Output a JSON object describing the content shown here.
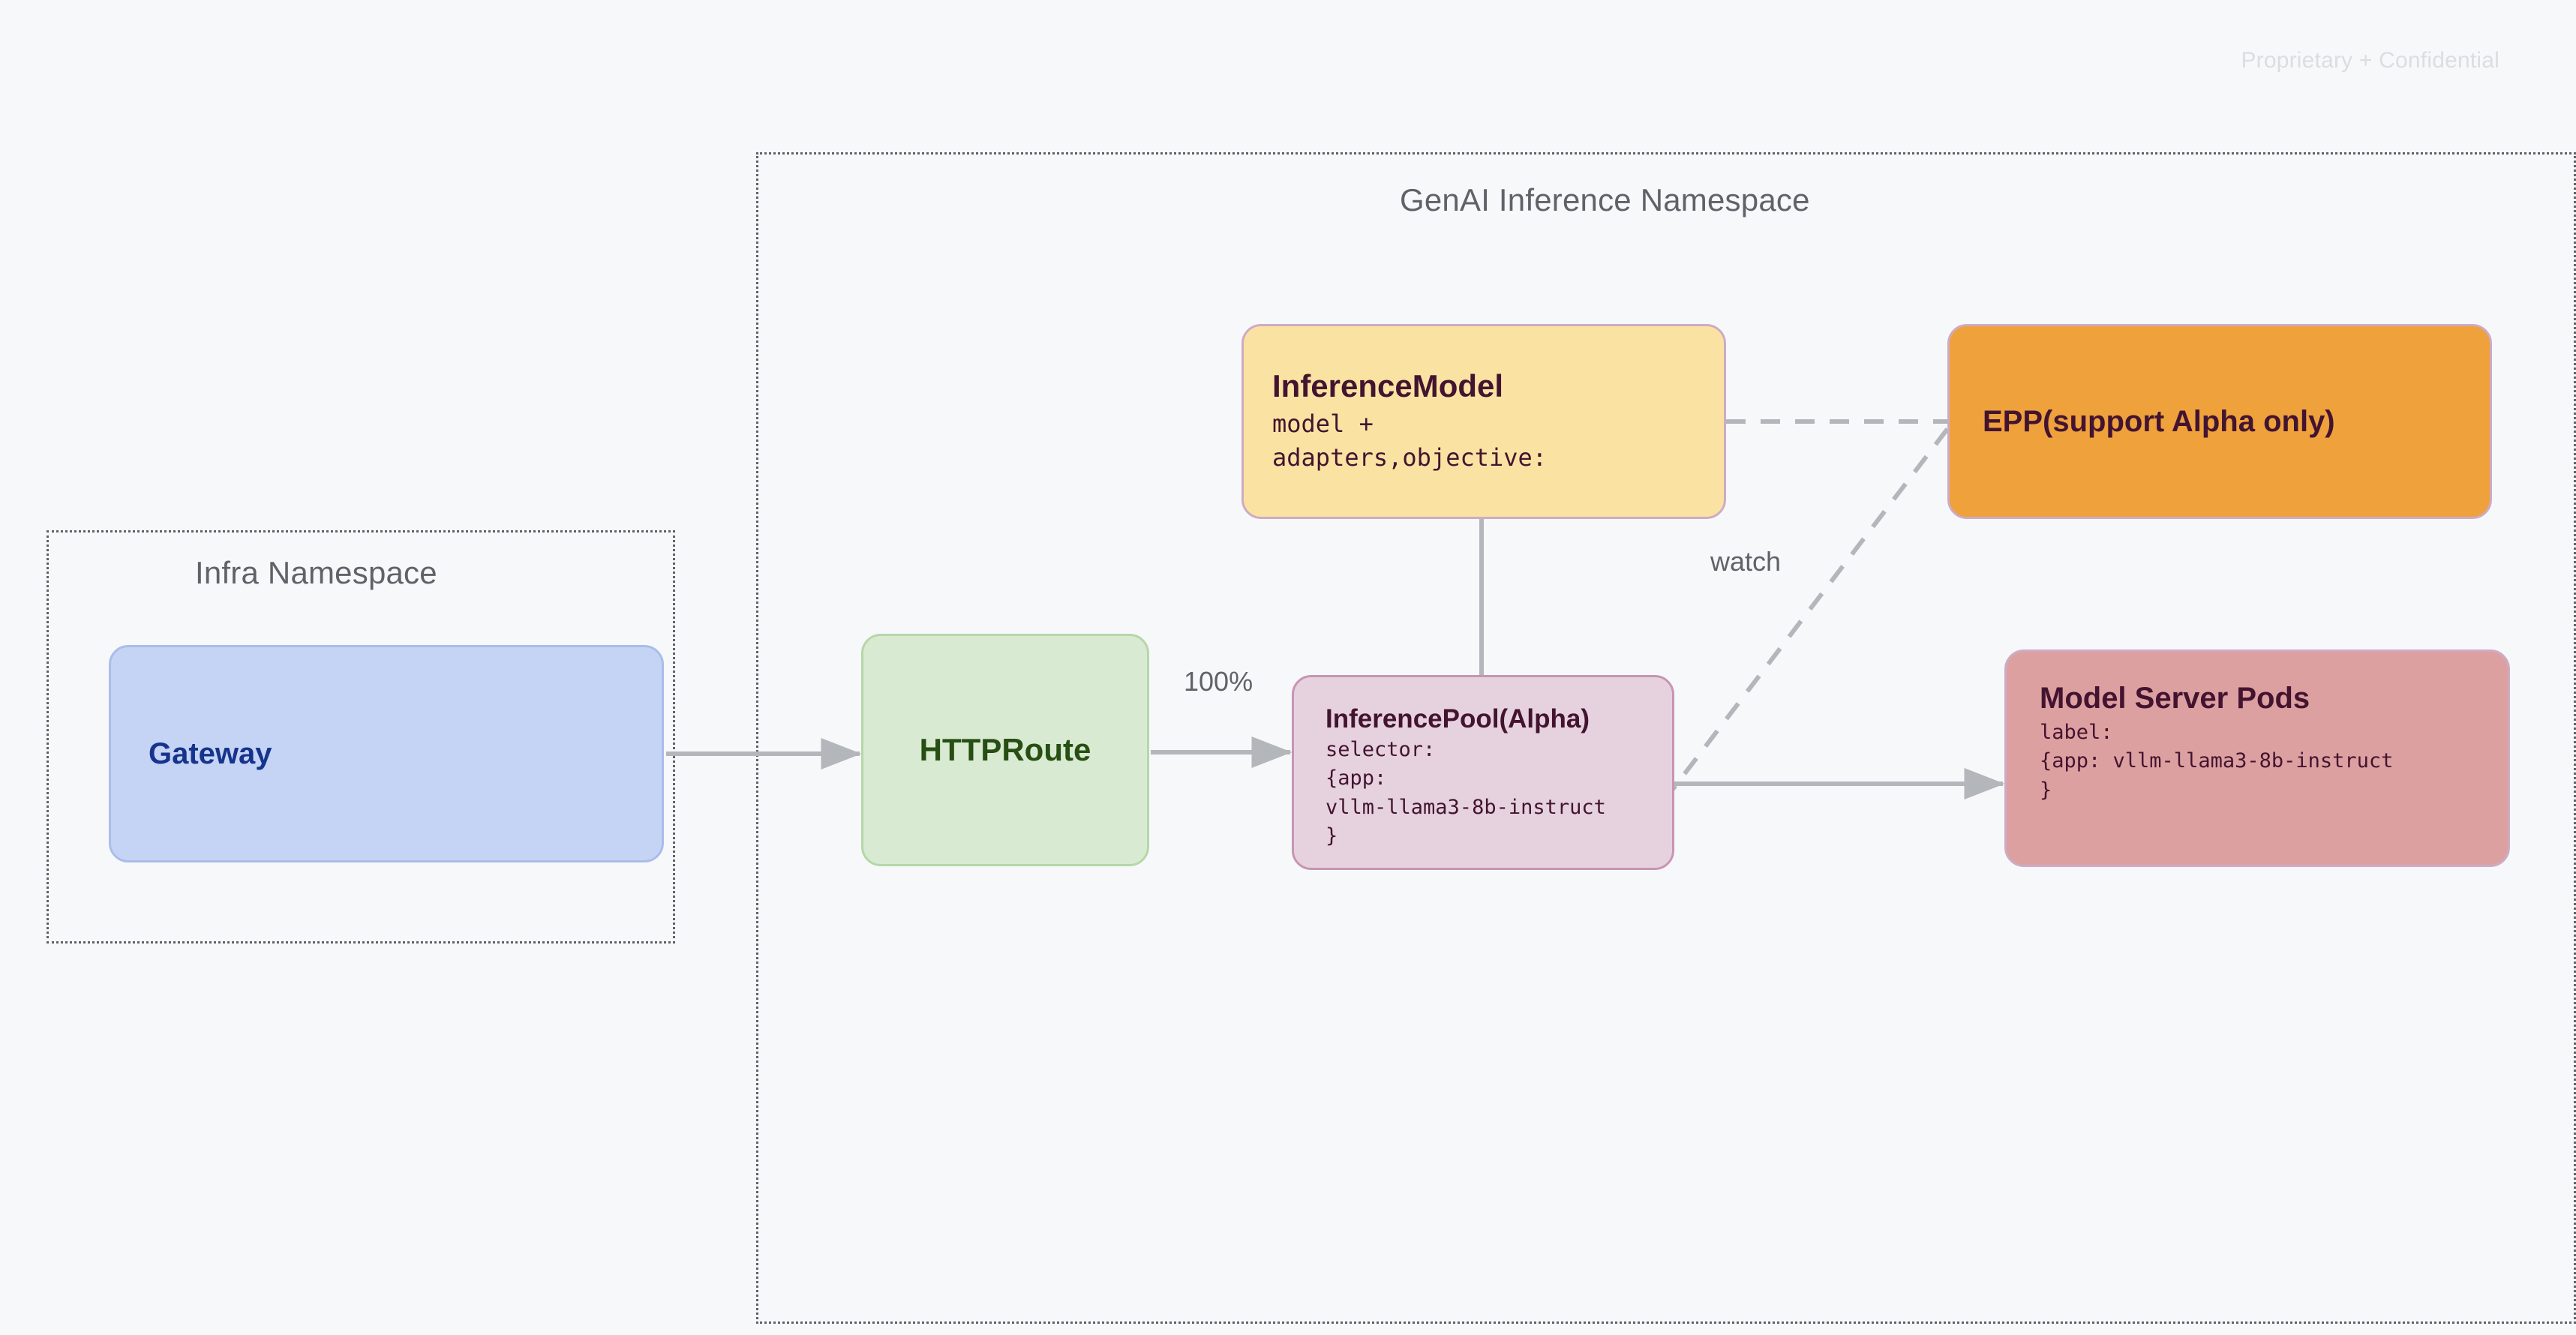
{
  "watermark": "Proprietary + Confidential",
  "namespaces": [
    {
      "name": "infra",
      "title": "Infra Namespace"
    },
    {
      "name": "genai",
      "title": "GenAI Inference Namespace"
    }
  ],
  "nodes": {
    "gateway": {
      "title": "Gateway",
      "fill": "#c5d4f5",
      "border": "#aabde9",
      "text_color": "#16348c"
    },
    "httproute": {
      "title": "HTTPRoute",
      "fill": "#d9ead3",
      "border": "#b6d7a8",
      "text_color": "#274e13"
    },
    "inference_model": {
      "title": "InferenceModel",
      "body": "model +\nadapters,objective:",
      "fill": "#fae3a2",
      "border": "#ceabc4",
      "text_color": "#431430"
    },
    "epp": {
      "title": "EPP(support Alpha only)",
      "fill": "#efa13c",
      "border": "#ceabc4",
      "text_color": "#431430"
    },
    "inference_pool": {
      "title": "InferencePool(Alpha)",
      "body": "selector:\n{app:\nvllm-llama3-8b-instruct\n}",
      "fill": "#e6d2de",
      "border": "#c795b4",
      "text_color": "#431430"
    },
    "model_server_pods": {
      "title": "Model Server Pods",
      "body": "label:\n{app: vllm-llama3-8b-instruct\n}",
      "fill": "#dda0a0",
      "border": "#ceabc4",
      "text_color": "#431430"
    }
  },
  "edges": {
    "gateway_to_httproute": {
      "label": "",
      "style": "solid",
      "arrow": true
    },
    "httproute_to_pool": {
      "label": "100%",
      "style": "solid",
      "arrow": true
    },
    "pool_to_pods": {
      "label": "",
      "style": "solid",
      "arrow": true
    },
    "model_to_pool": {
      "label": "",
      "style": "solid",
      "arrow": false
    },
    "model_to_epp": {
      "label": "",
      "style": "dashed",
      "arrow": false
    },
    "epp_to_pool": {
      "label": "watch",
      "style": "dashed",
      "arrow": false
    }
  },
  "colors": {
    "background": "#f7f8fa",
    "edge": "#b3b6bb",
    "namespace_border": "#5f6368",
    "namespace_title": "#5f6368",
    "edge_label": "#5f6368",
    "watermark": "#dcdde0"
  }
}
